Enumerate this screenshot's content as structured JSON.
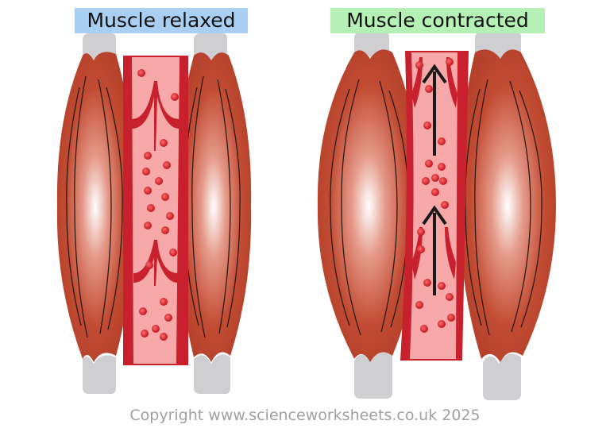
{
  "labels": {
    "relaxed": "Muscle relaxed",
    "contracted": "Muscle contracted"
  },
  "copyright": "Copyright www.scienceworksheets.co.uk 2025",
  "colors": {
    "relaxed_label_bg": "#a9cff2",
    "contracted_label_bg": "#b5f0b5",
    "muscle": "#c24b32",
    "muscle_highlight": "#ffffff",
    "muscle_fiber_line": "#2a1a14",
    "tendon": "#cfcfd2",
    "vein_wall": "#c8202c",
    "vein_lumen": "#f7a8a8",
    "valve": "#c8202c",
    "blood_cell": "#d0202a",
    "arrow": "#1a1a1a"
  },
  "diagrams": [
    {
      "id": "relaxed",
      "valves": "closed",
      "blood_flow_arrows": false
    },
    {
      "id": "contracted",
      "valves": "open",
      "blood_flow_arrows": true
    }
  ]
}
